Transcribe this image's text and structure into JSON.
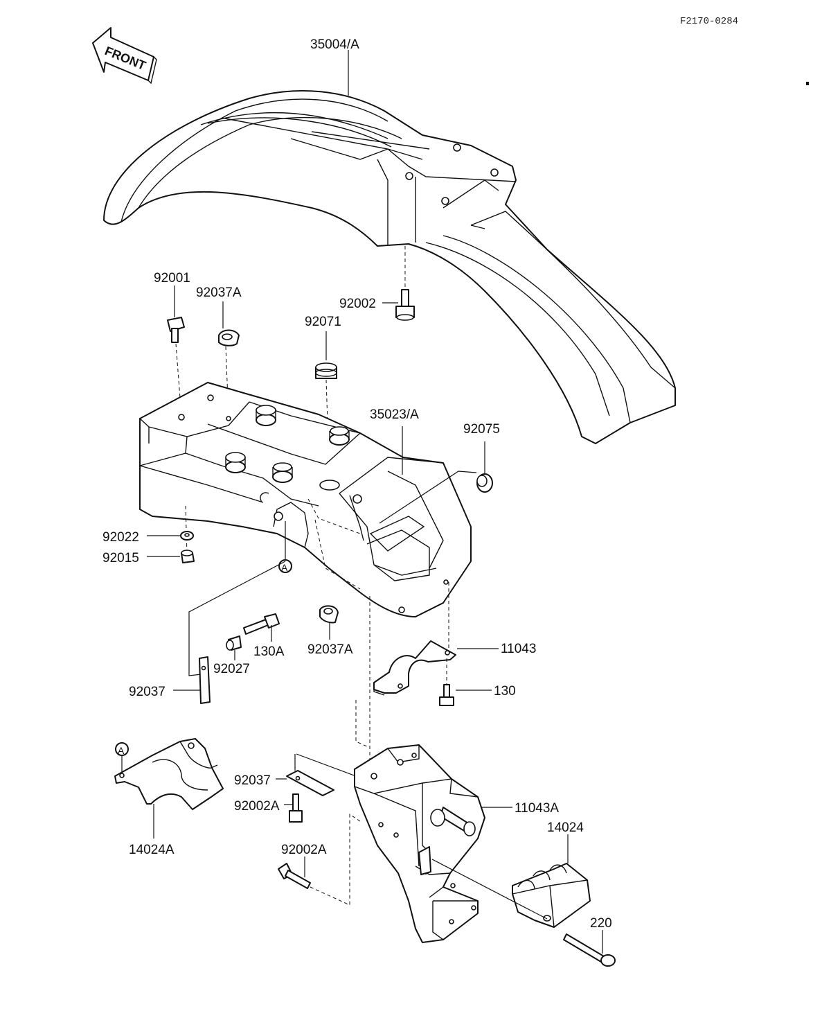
{
  "diagram": {
    "code": "F2170-0284",
    "direction_label": "FRONT",
    "reference_marker": "A"
  },
  "parts": {
    "rear_fender": "35004/A",
    "front_bolt_92001": "92001",
    "clamp_92037a_top": "92037A",
    "grommet_92071": "92071",
    "bolt_92002": "92002",
    "fender_flap": "35023/A",
    "grommet_92075": "92075",
    "washer_92022": "92022",
    "nut_92015": "92015",
    "clamp_92037a_bottom": "92037A",
    "bolt_130a": "130A",
    "collar_92027": "92027",
    "clamp_92037_left": "92037",
    "bracket_11043": "11043",
    "bolt_130": "130",
    "cover_14024a": "14024A",
    "clamp_92037_mid": "92037",
    "bolt_92002a_upper": "92002A",
    "bolt_92002a_lower": "92002A",
    "bracket_11043a": "11043A",
    "reflector_14024": "14024",
    "screw_220": "220"
  }
}
